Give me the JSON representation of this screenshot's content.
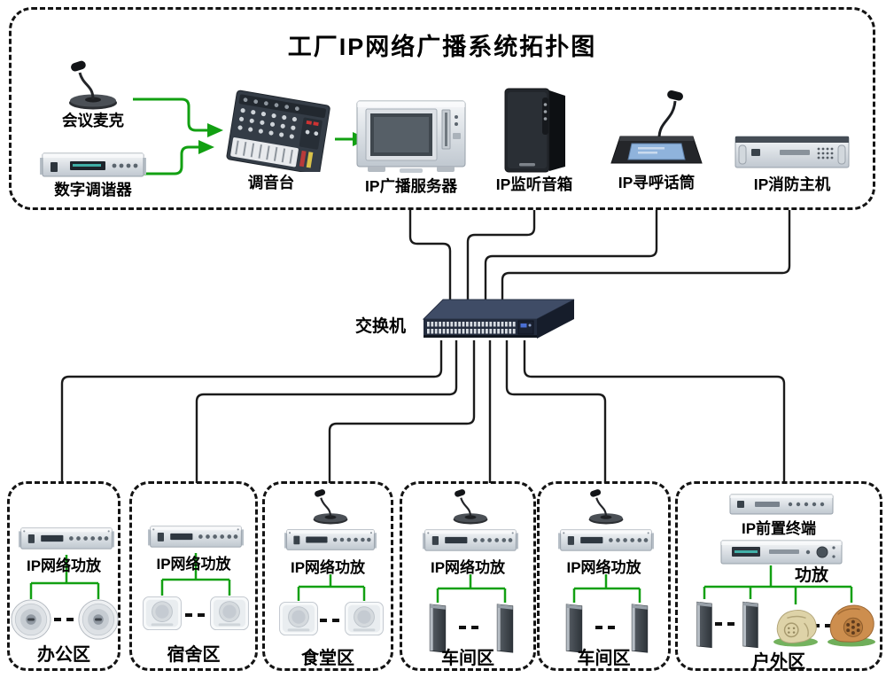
{
  "title": "工厂IP网络广播系统拓扑图",
  "colors": {
    "connection_line": "#1b1b1b",
    "signal_arrow_green": "#12a012",
    "box_border": "#141414",
    "background": "#ffffff"
  },
  "top_box": {
    "devices": [
      {
        "label": "会议麦克"
      },
      {
        "label": "数字调谐器"
      },
      {
        "label": "调音台"
      },
      {
        "label": "IP广播服务器"
      },
      {
        "label": "IP监听音箱"
      },
      {
        "label": "IP寻呼话筒"
      },
      {
        "label": "IP消防主机"
      }
    ]
  },
  "switch": {
    "label": "交换机"
  },
  "zones": [
    {
      "name": "办公区",
      "amp_label": "IP网络功放",
      "speaker_type": "ceiling",
      "speaker_count": 2,
      "has_mic": false
    },
    {
      "name": "宿舍区",
      "amp_label": "IP网络功放",
      "speaker_type": "wall",
      "speaker_count": 2,
      "has_mic": false
    },
    {
      "name": "食堂区",
      "amp_label": "IP网络功放",
      "speaker_type": "wall",
      "speaker_count": 2,
      "has_mic": true
    },
    {
      "name": "车间区",
      "amp_label": "IP网络功放",
      "speaker_type": "column",
      "speaker_count": 2,
      "has_mic": true
    },
    {
      "name": "车间区",
      "amp_label": "IP网络功放",
      "speaker_type": "column",
      "speaker_count": 2,
      "has_mic": true
    },
    {
      "name": "户外区",
      "terminal_label": "IP前置终端",
      "amp_label": "功放",
      "speaker_type": "column+rock",
      "speaker_count": 4,
      "has_mic": false
    }
  ]
}
